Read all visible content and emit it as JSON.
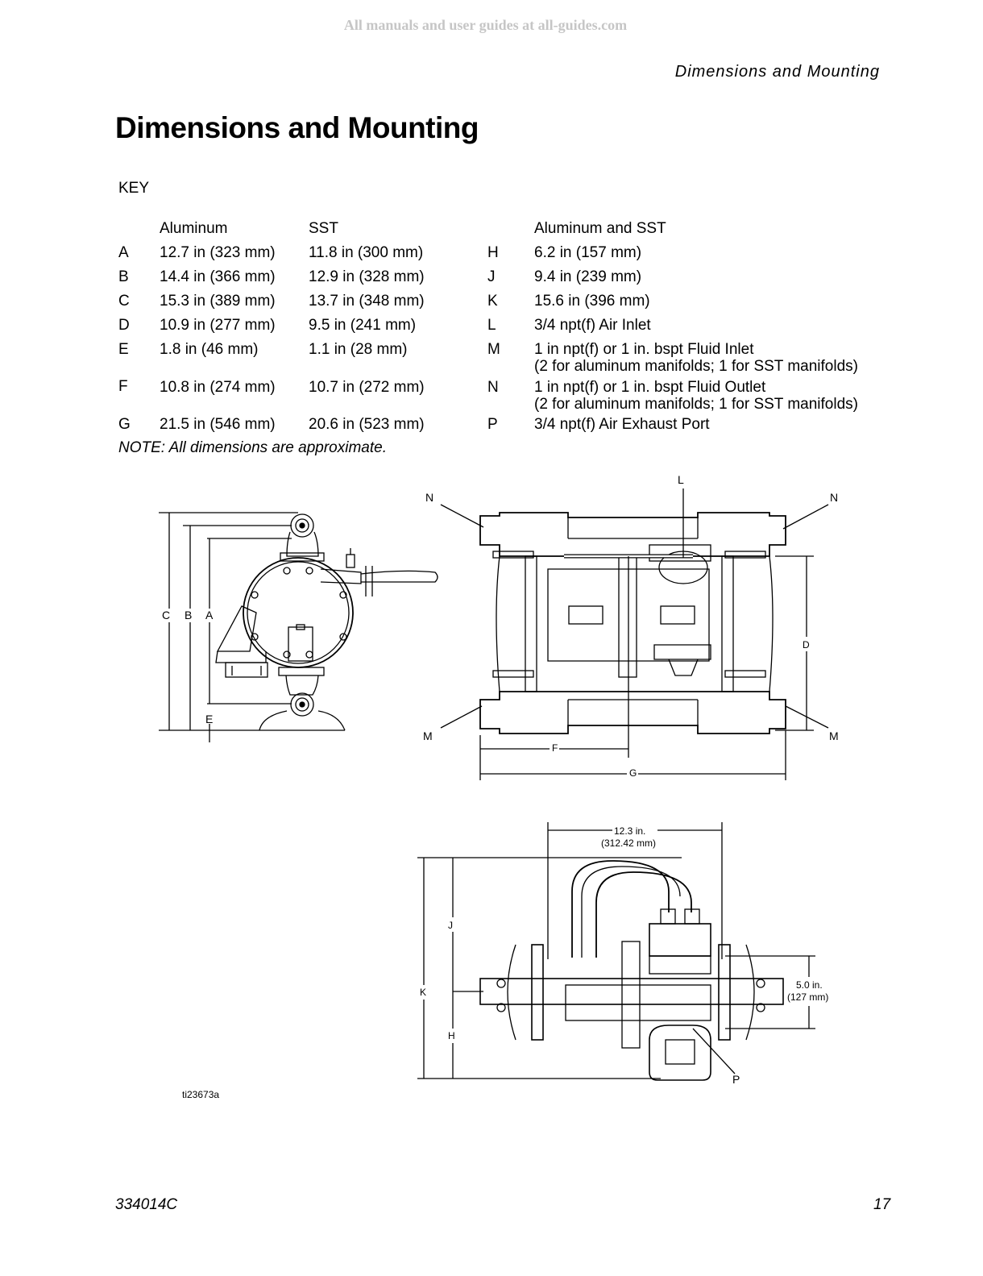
{
  "watermark": "All manuals and user guides at all-guides.com",
  "running_head": "Dimensions and Mounting",
  "title": "Dimensions and Mounting",
  "key_label": "KEY",
  "columns": {
    "aluminum": "Aluminum",
    "sst": "SST",
    "both": "Aluminum and SST"
  },
  "left_rows": [
    {
      "letter": "A",
      "aluminum": "12.7 in (323 mm)",
      "sst": "11.8 in (300 mm)"
    },
    {
      "letter": "B",
      "aluminum": "14.4 in (366 mm)",
      "sst": "12.9 in (328 mm)"
    },
    {
      "letter": "C",
      "aluminum": "15.3 in (389 mm)",
      "sst": "13.7 in (348 mm)"
    },
    {
      "letter": "D",
      "aluminum": "10.9 in (277 mm)",
      "sst": "9.5 in (241 mm)"
    },
    {
      "letter": "E",
      "aluminum": "1.8 in (46 mm)",
      "sst": "1.1 in (28 mm)"
    },
    {
      "letter": "F",
      "aluminum": "10.8 in (274 mm)",
      "sst": "10.7 in (272 mm)"
    },
    {
      "letter": "G",
      "aluminum": "21.5 in (546 mm)",
      "sst": "20.6 in (523 mm)"
    }
  ],
  "right_rows": [
    {
      "letter": "H",
      "value": "6.2 in (157 mm)",
      "value2": ""
    },
    {
      "letter": "J",
      "value": "9.4 in (239 mm)",
      "value2": ""
    },
    {
      "letter": "K",
      "value": "15.6 in (396 mm)",
      "value2": ""
    },
    {
      "letter": "L",
      "value": "3/4 npt(f) Air Inlet",
      "value2": ""
    },
    {
      "letter": "M",
      "value": "1 in npt(f) or 1 in. bspt Fluid Inlet",
      "value2": "(2 for aluminum manifolds; 1 for SST manifolds)"
    },
    {
      "letter": "N",
      "value": "1 in npt(f) or 1 in. bspt Fluid Outlet",
      "value2": "(2 for aluminum manifolds; 1 for SST manifolds)"
    },
    {
      "letter": "P",
      "value": "3/4 npt(f) Air Exhaust Port",
      "value2": ""
    }
  ],
  "note": "NOTE: All dimensions are approximate.",
  "figure": {
    "labels": {
      "c": "C",
      "b": "B",
      "a": "A",
      "e": "E",
      "n_left": "N",
      "n_right": "N",
      "l": "L",
      "m_left": "M",
      "m_right": "M",
      "d": "D",
      "f": "F",
      "g": "G",
      "j": "J",
      "k": "K",
      "h": "H",
      "p": "P"
    },
    "width_top": "12.3 in.",
    "width_top_mm": "(312.42 mm)",
    "height_right": "5.0 in.",
    "height_right_mm": "(127 mm)",
    "id": "ti23673a"
  },
  "footer": {
    "doc_number": "334014C",
    "page_number": "17"
  }
}
